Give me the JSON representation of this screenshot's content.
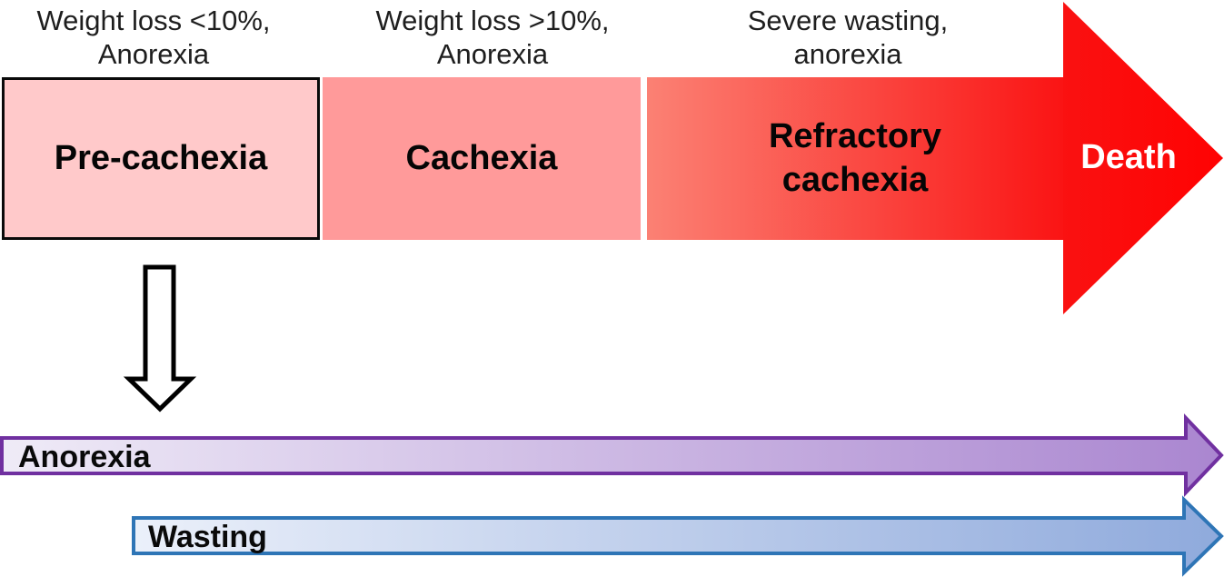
{
  "criteria": [
    {
      "line1": "Weight loss <10%,",
      "line2": "Anorexia"
    },
    {
      "line1": "Weight loss >10%,",
      "line2": "Anorexia"
    },
    {
      "line1": "Severe wasting,",
      "line2": "anorexia"
    }
  ],
  "stages": [
    {
      "name": "Pre-cachexia"
    },
    {
      "name": "Cachexia"
    },
    {
      "name": "Refractory cachexia"
    }
  ],
  "terminal": {
    "label": "Death"
  },
  "timelines": [
    {
      "label": "Anorexia"
    },
    {
      "label": "Wasting"
    }
  ],
  "colors": {
    "pre_cachexia_fill": "#FFC9CA",
    "pre_cachexia_border": "#0A0A0A",
    "cachexia_fill": "#FF9A9A",
    "refractory_gradient_start": "#FB8174",
    "refractory_gradient_end": "#FA1414",
    "death_arrow_red": "#FA0D0D",
    "death_text": "#FFFFFF",
    "down_arrow_fill": "#FFFFFF",
    "down_arrow_stroke": "#000000",
    "anorexia_border": "#7030A0",
    "anorexia_gradient_start": "#EFEBF7",
    "anorexia_gradient_end": "#AA86D0",
    "wasting_border": "#2E75B6",
    "wasting_gradient_start": "#EBF0FA",
    "wasting_gradient_end": "#8FAADC",
    "label_text": "#1E1E1E"
  }
}
